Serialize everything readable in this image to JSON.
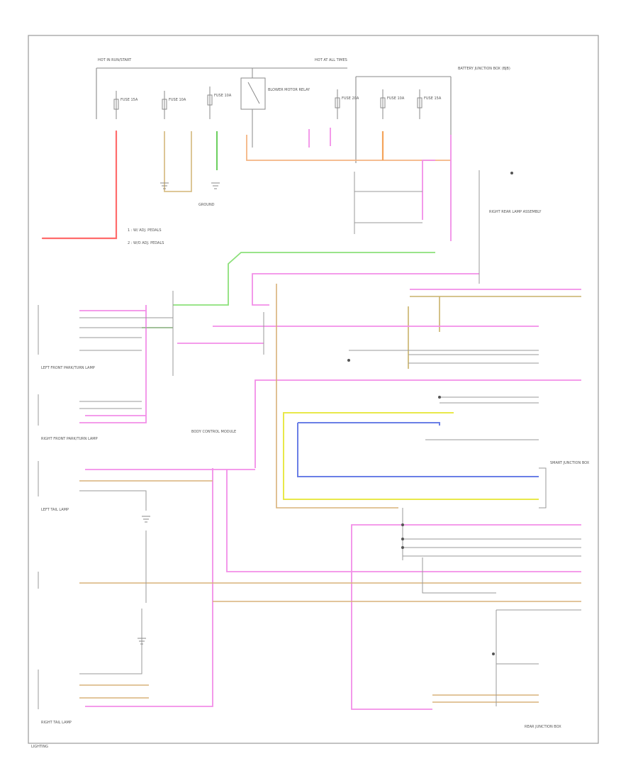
{
  "diagram": {
    "labels": {
      "hot_run_start": "HOT IN RUN/START",
      "hot_all_times": "HOT AT ALL TIMES",
      "battery_junction_box": "BATTERY JUNCTION BOX (BJB)",
      "fuse_f1": "FUSE 15A",
      "fuse_f2": "FUSE 10A",
      "fuse_f3": "FUSE 10A",
      "fuse_f4": "FUSE 20A",
      "fuse_f5": "FUSE 10A",
      "fuse_f6": "FUSE 15A",
      "relay": "BLOWER MOTOR RELAY",
      "note_1": "1 : W/ ADJ. PEDALS",
      "note_2": "2 : W/O ADJ. PEDALS",
      "left_front_lamp": "LEFT FRONT PARK/TURN LAMP",
      "right_front_lamp": "RIGHT FRONT PARK/TURN LAMP",
      "right_side_lamp": "RIGHT REAR LAMP ASSEMBLY",
      "left_tail_lamp": "LEFT TAIL LAMP",
      "right_tail_lamp": "RIGHT TAIL LAMP",
      "module_center": "BODY CONTROL MODULE",
      "module_right": "SMART JUNCTION BOX",
      "module_bottom": "REAR JUNCTION BOX",
      "ground": "GROUND",
      "footer": "LIGHTING"
    }
  }
}
